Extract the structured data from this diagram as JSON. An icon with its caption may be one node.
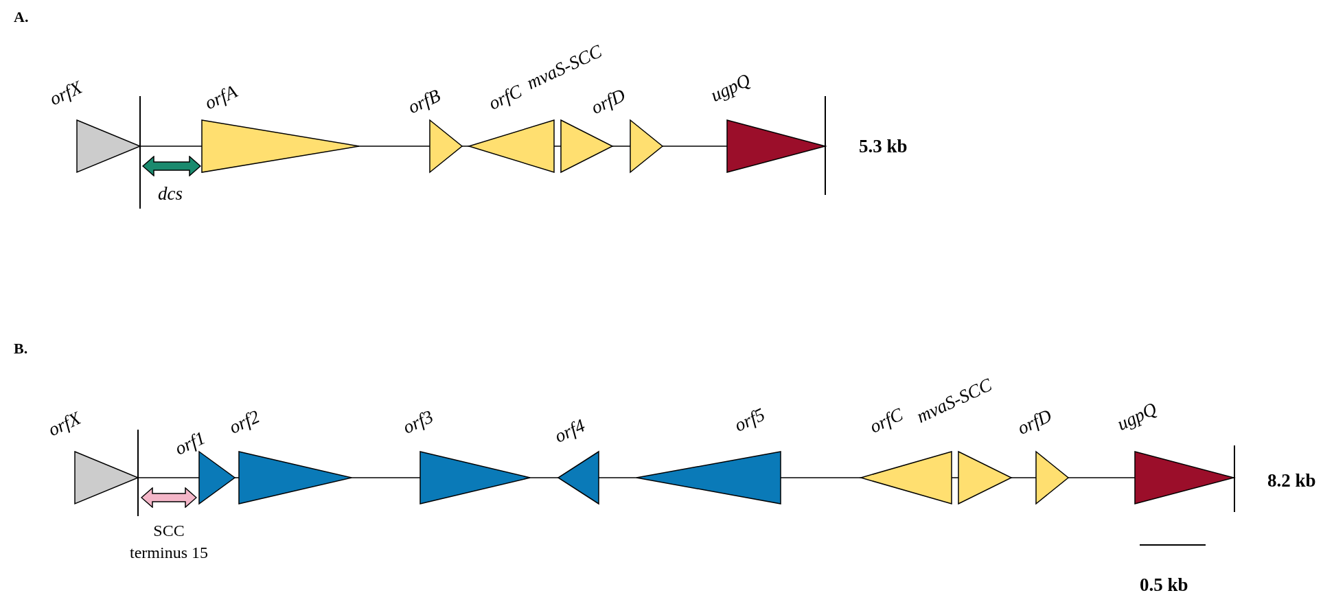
{
  "diagram": {
    "nodes": [
      {
        "text": [
          "orfX"
        ]
      },
      {
        "text": [
          "dcs"
        ]
      },
      {
        "text": [
          "orfA"
        ]
      },
      {
        "text": [
          "orfB"
        ]
      },
      {
        "text": [
          "orfC"
        ]
      },
      {
        "text": [
          "mvaS-SCC"
        ]
      },
      {
        "text": [
          "orfD"
        ]
      },
      {
        "text": [
          "ugpQ"
        ]
      },
      {
        "text": [
          "orfX"
        ]
      },
      {
        "text": [
          "SCC terminus 15"
        ]
      },
      {
        "text": [
          "orf1"
        ]
      },
      {
        "text": [
          "orf2"
        ]
      },
      {
        "text": [
          "orf3"
        ]
      },
      {
        "text": [
          "orf4"
        ]
      },
      {
        "text": [
          "orf5"
        ]
      },
      {
        "text": [
          "orfC"
        ]
      },
      {
        "text": [
          "mvaS-SCC"
        ]
      },
      {
        "text": [
          "orfD"
        ]
      },
      {
        "text": [
          "ugpQ"
        ]
      }
    ],
    "edges": [],
    "labels": [
      "A.",
      "5.3 kb",
      "B.",
      "8.2 kb",
      "0.5 kb"
    ]
  }
}
